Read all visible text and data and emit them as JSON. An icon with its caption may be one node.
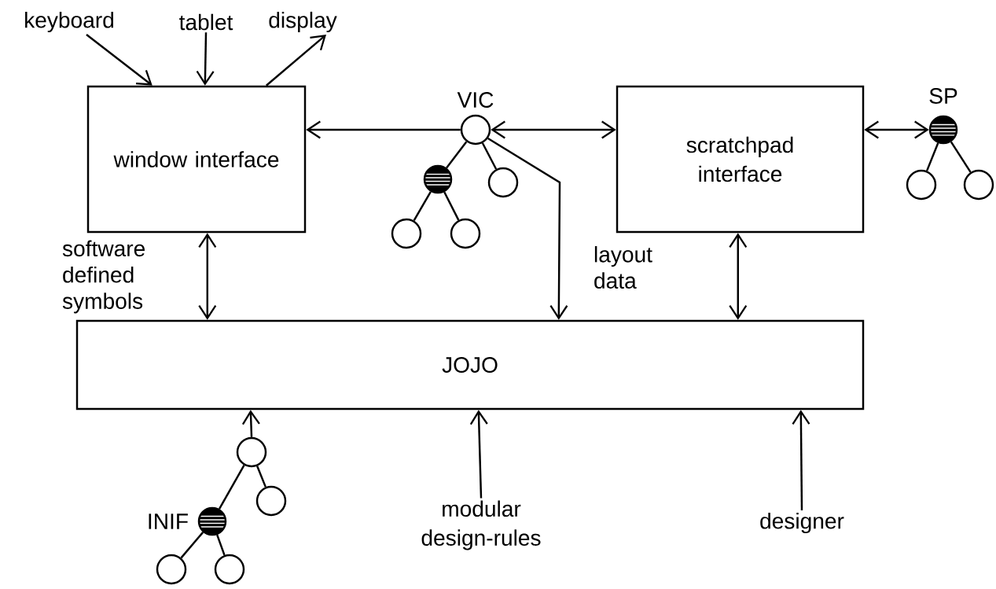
{
  "diagram": {
    "nodes": [
      {
        "text": [
          "window interface"
        ]
      },
      {
        "text": [
          "scratchpad interface"
        ]
      },
      {
        "text": [
          "JOJO"
        ]
      },
      {
        "text": [
          "keyboard"
        ]
      },
      {
        "text": [
          "tablet"
        ]
      },
      {
        "text": [
          "display"
        ]
      },
      {
        "text": [],
        "shape": "circle",
        "beside": [
          "VIC"
        ]
      },
      {
        "text": [],
        "shape": "circle"
      },
      {
        "text": [],
        "shape": "circle"
      },
      {
        "text": [],
        "shape": "circle"
      },
      {
        "text": [],
        "shape": "circle"
      },
      {
        "text": [],
        "shape": "circle",
        "beside": [
          "SP"
        ]
      },
      {
        "text": [],
        "shape": "circle"
      },
      {
        "text": [],
        "shape": "circle"
      },
      {
        "text": [],
        "shape": "circle"
      },
      {
        "text": [],
        "shape": "circle",
        "beside": [
          "INIF"
        ]
      },
      {
        "text": [],
        "shape": "circle"
      },
      {
        "text": [],
        "shape": "circle"
      },
      {
        "text": [],
        "shape": "circle"
      },
      {
        "text": [
          "modular design-rules"
        ]
      },
      {
        "text": [
          "designer"
        ]
      }
    ],
    "edges": [
      {
        "from": 3,
        "to": 0,
        "arrow": "to"
      },
      {
        "from": 4,
        "to": 0,
        "arrow": "to"
      },
      {
        "from": 0,
        "to": 5,
        "arrow": "to"
      },
      {
        "from": 6,
        "to": 0,
        "arrow": "to"
      },
      {
        "from": 6,
        "to": 1,
        "arrow": "both"
      },
      {
        "from": 6,
        "to": 2,
        "arrow": "to"
      },
      {
        "from": 0,
        "to": 2,
        "arrow": "both",
        "label": "software defined symbols"
      },
      {
        "from": 1,
        "to": 2,
        "arrow": "both",
        "label": "layout data"
      },
      {
        "from": 1,
        "to": 11,
        "arrow": "both"
      },
      {
        "from": 6,
        "to": 7,
        "arrow": "none"
      },
      {
        "from": 6,
        "to": 8,
        "arrow": "none"
      },
      {
        "from": 7,
        "to": 9,
        "arrow": "none"
      },
      {
        "from": 7,
        "to": 10,
        "arrow": "none"
      },
      {
        "from": 11,
        "to": 12,
        "arrow": "none"
      },
      {
        "from": 11,
        "to": 13,
        "arrow": "none"
      },
      {
        "from": 14,
        "to": 2,
        "arrow": "to"
      },
      {
        "from": 14,
        "to": 15,
        "arrow": "none"
      },
      {
        "from": 14,
        "to": 16,
        "arrow": "none"
      },
      {
        "from": 15,
        "to": 17,
        "arrow": "none"
      },
      {
        "from": 15,
        "to": 18,
        "arrow": "none"
      },
      {
        "from": 19,
        "to": 2,
        "arrow": "to"
      },
      {
        "from": 20,
        "to": 2,
        "arrow": "to"
      }
    ]
  }
}
